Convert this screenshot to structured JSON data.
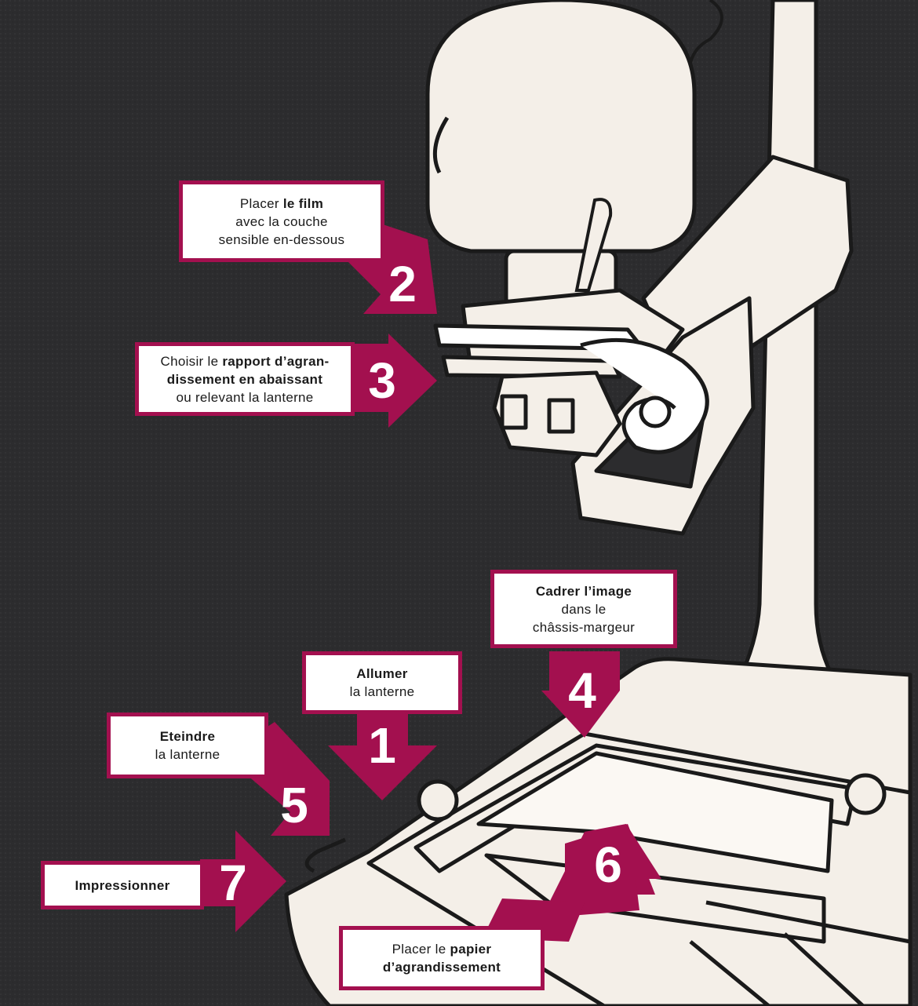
{
  "colors": {
    "background": "#2c2c2e",
    "accent": "#a3104f",
    "device_fill": "#f4efe8",
    "device_stroke": "#1a1a1a"
  },
  "steps": {
    "step1": {
      "number": "1",
      "bold": "Allumer",
      "rest": "la lanterne"
    },
    "step2": {
      "number": "2",
      "line1_plain": "Placer ",
      "line1_bold": "le film",
      "line2": "avec la couche",
      "line3": "sensible en-dessous"
    },
    "step3": {
      "number": "3",
      "line1_plain": "Choisir le ",
      "line1_bold": "rapport d’agran-",
      "line2_bold": "dissement en abaissant",
      "line3": "ou relevant la lanterne"
    },
    "step4": {
      "number": "4",
      "bold": "Cadrer l’image",
      "line2": "dans le",
      "line3": "châssis-margeur"
    },
    "step5": {
      "number": "5",
      "bold": "Eteindre",
      "rest": "la lanterne"
    },
    "step6": {
      "number": "6",
      "line1_plain": "Placer le ",
      "line1_bold": "papier",
      "line2_bold": "d’agrandissement"
    },
    "step7": {
      "number": "7",
      "bold": "Impressionner"
    }
  }
}
